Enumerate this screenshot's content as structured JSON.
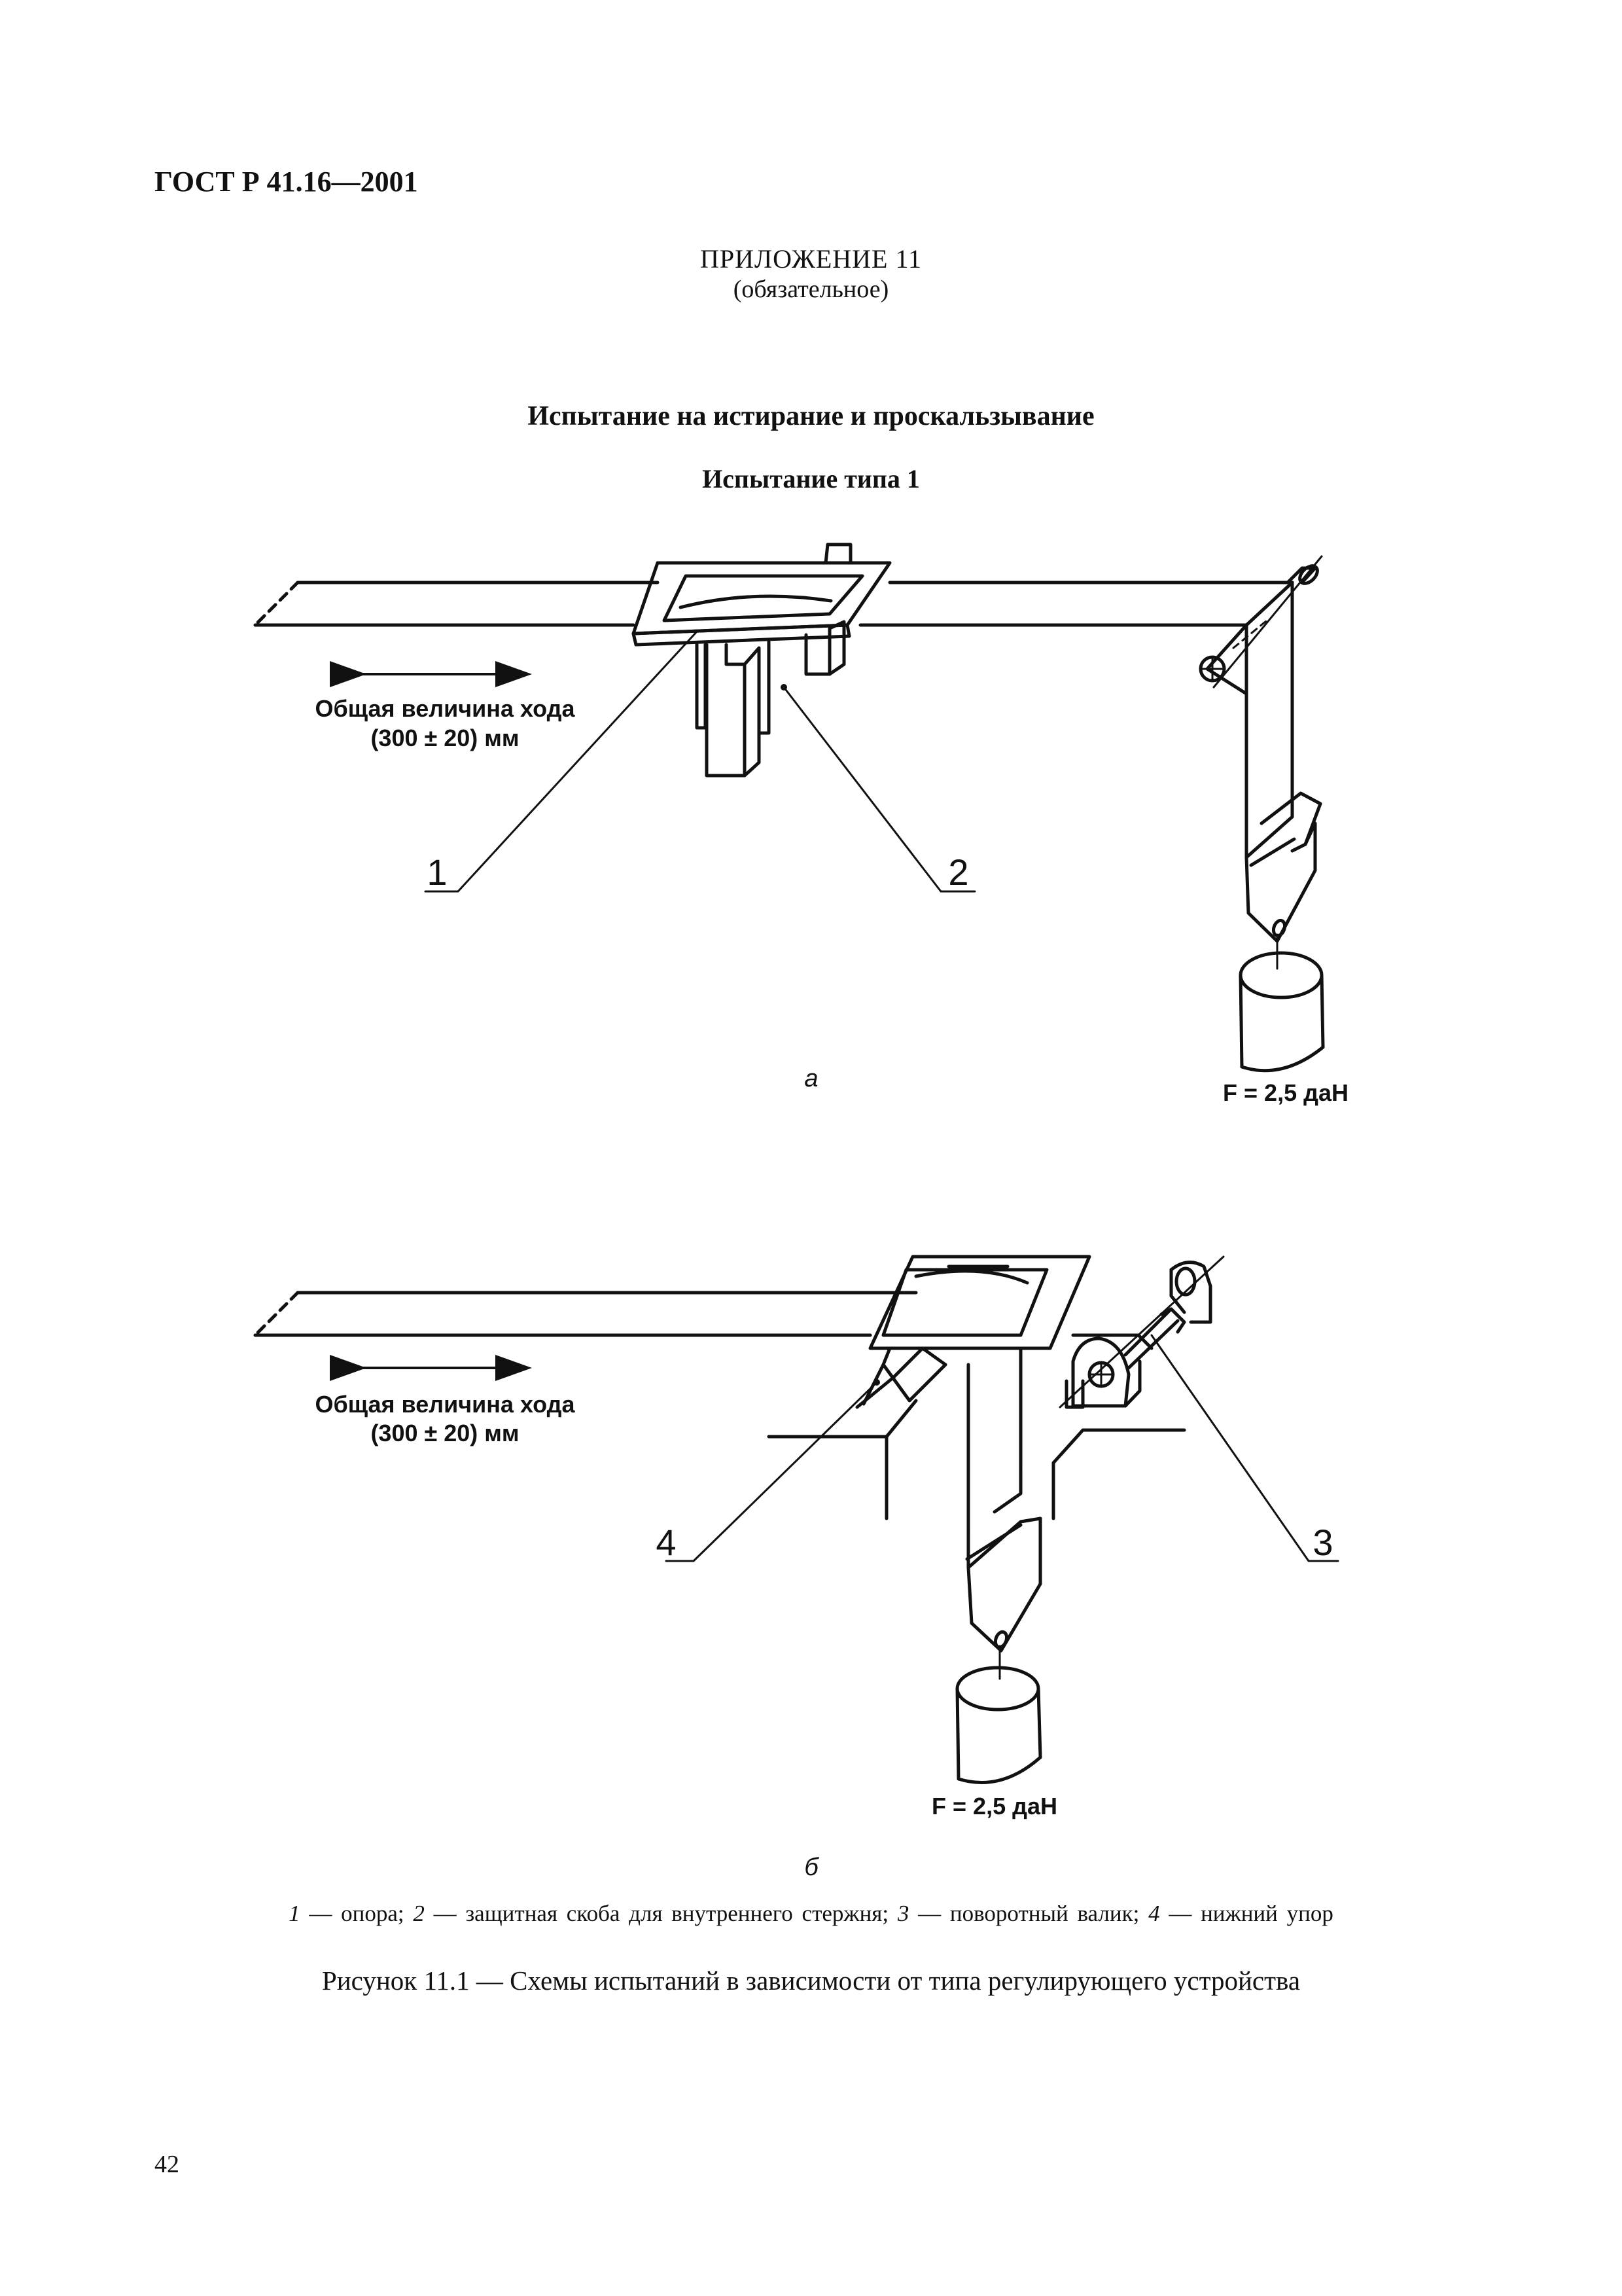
{
  "header": {
    "doc_code": "ГОСТ Р 41.16—2001"
  },
  "appendix": {
    "label": "ПРИЛОЖЕНИЕ 11",
    "status": "(обязательное)"
  },
  "title": "Испытание на истирание и проскальзывание",
  "subtitle": "Испытание типа 1",
  "figure_a": {
    "travel_line1": "Общая величина хода",
    "travel_line2": "(300 ± 20) мм",
    "callout_1": "1",
    "callout_2": "2",
    "force": "F = 2,5 даН",
    "sublabel": "а"
  },
  "figure_b": {
    "travel_line1": "Общая величина хода",
    "travel_line2": "(300 ± 20) мм",
    "callout_3": "3",
    "callout_4": "4",
    "force": "F = 2,5 даН",
    "sublabel": "б"
  },
  "legend": [
    {
      "num": "1",
      "text": " — опора; "
    },
    {
      "num": "2",
      "text": " — защитная скоба для внутреннего стержня; "
    },
    {
      "num": "3",
      "text": " — поворотный валик; "
    },
    {
      "num": "4",
      "text": " — нижний упор"
    }
  ],
  "caption": "Рисунок 11.1 — Схемы испытаний в зависимости от типа регулирующего устройства",
  "page_number": "42"
}
